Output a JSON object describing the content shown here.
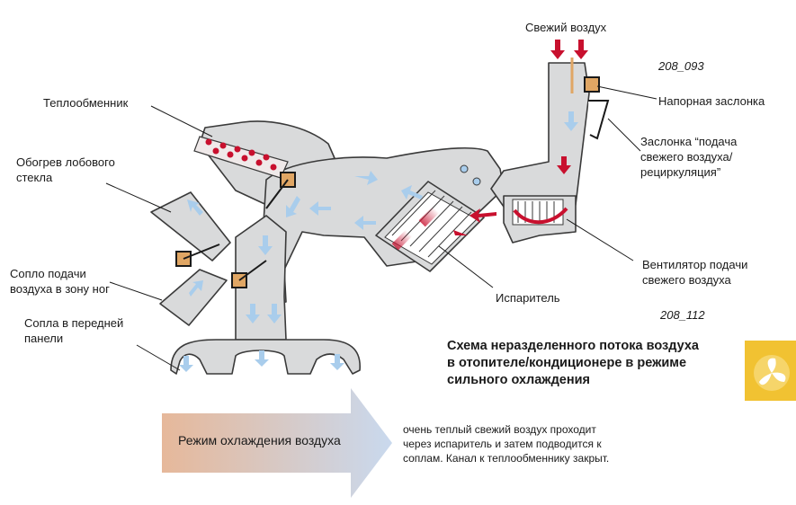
{
  "labels": {
    "fresh_air": "Свежий воздух",
    "code_top": "208_093",
    "pressure_flap": "Напорная заслонка",
    "recirc_flap": "Заслонка “подача\nсвежего воздуха/\nрециркуляция”",
    "heat_exchanger": "Теплообменник",
    "windshield": "Обогрев лобового\nстекла",
    "foot_nozzle": "Сопло подачи\nвоздуха в зону ног",
    "front_panel": "Сопла в передней\nпанели",
    "evaporator": "Испаритель",
    "fan": "Вентилятор подачи\nсвежего воздуха",
    "code_bottom": "208_112"
  },
  "title": "Схема неразделенного потока воздуха\nв отопителе/кондиционере в режиме\nсильного охлаждения",
  "mode": {
    "label": "Режим охлаждения воздуха",
    "description": "очень теплый свежий воздух проходит\nчерез испаритель и затем подводится к\nсоплам. Канал к теплообменнику закрыт."
  },
  "colors": {
    "duct": "#d9dadb",
    "duct_outline": "#3a3a3a",
    "hot_arrow": "#c8102e",
    "cool_arrow": "#a9cdec",
    "flap": "#e0a664",
    "arrow_start": "#e6b89a",
    "arrow_end": "#c9d9ee",
    "logo": "#f1c232"
  }
}
